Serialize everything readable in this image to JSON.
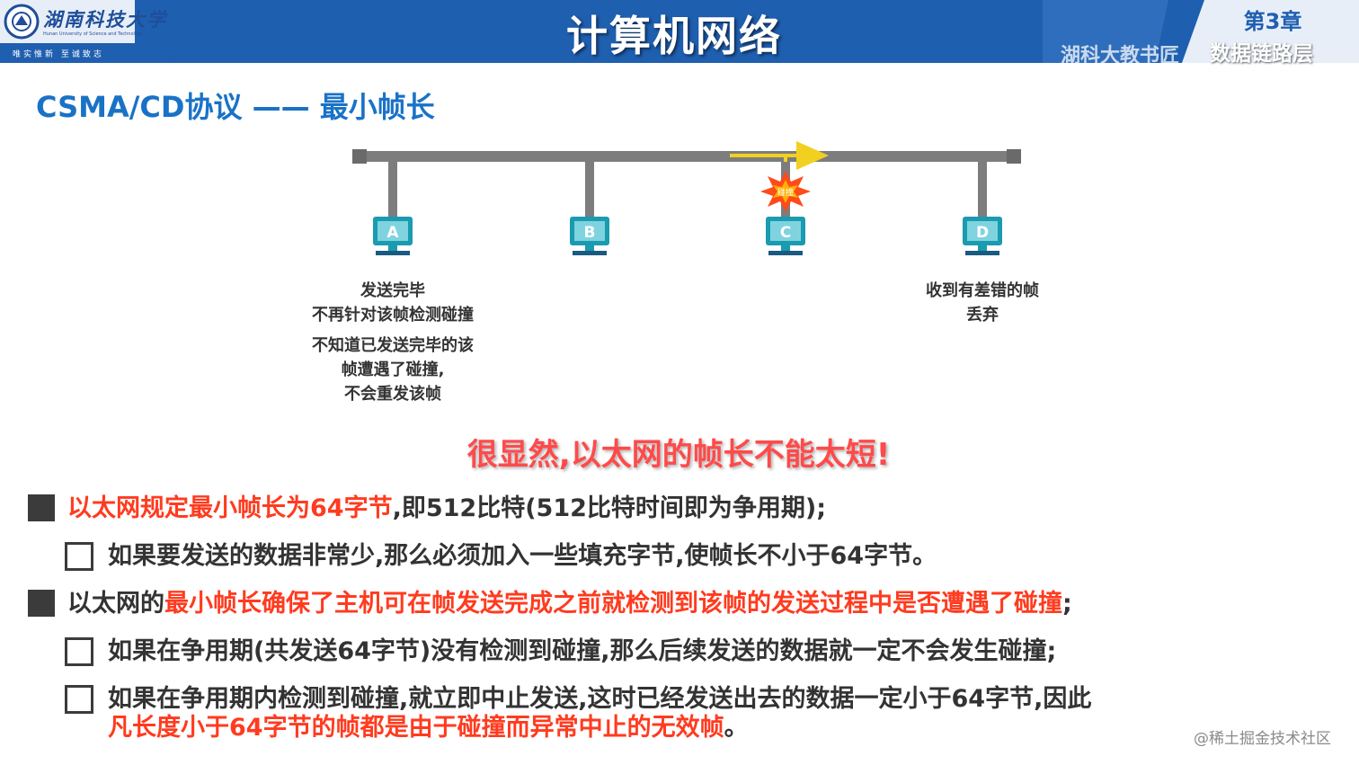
{
  "header": {
    "university_name": "湖南科技大学",
    "university_en": "Hunan University of Science and Technology",
    "motto": "唯实惟新   至诚致志",
    "course_title": "计算机网络",
    "chapter": "第3章",
    "chapter_subtitle": "数据链路层",
    "overlay_watermark": "湖科大教书匠",
    "colors": {
      "bar": "#1f5fb0",
      "bar_light": "#e8eef8",
      "title_blue": "#1a72c7",
      "red": "#ff3b1f",
      "arrow": "#f2d020"
    }
  },
  "slide": {
    "title": "CSMA/CD协议 —— 最小帧长"
  },
  "diagram": {
    "hosts": [
      {
        "label": "A"
      },
      {
        "label": "B"
      },
      {
        "label": "C"
      },
      {
        "label": "D"
      }
    ],
    "collision_label": "碰撞",
    "caption_a1": [
      "发送完毕",
      "不再针对该帧检测碰撞"
    ],
    "caption_a2": [
      "不知道已发送完毕的该",
      "帧遭遇了碰撞,",
      "不会重发该帧"
    ],
    "caption_d": [
      "收到有差错的帧",
      "丢弃"
    ]
  },
  "highlight": "很显然,以太网的帧长不能太短!",
  "bullets": [
    {
      "red_text": "以太网规定最小帧长为64字节",
      "text": ",即512比特(512比特时间即为争用期);"
    },
    {
      "text": "如果要发送的数据非常少,那么必须加入一些填充字节,使帧长不小于64字节。"
    },
    {
      "text_before": "以太网的",
      "red_text": "最小帧长确保了主机可在帧发送完成之前就检测到该帧的发送过程中是否遭遇了碰撞",
      "text_after": ";"
    },
    {
      "text": "如果在争用期(共发送64字节)没有检测到碰撞,那么后续发送的数据就一定不会发生碰撞;"
    },
    {
      "line1": "如果在争用期内检测到碰撞,就立即中止发送,这时已经发送出去的数据一定小于64字节,因此",
      "line2_red": "凡长度小于64字节的帧都是由于碰撞而异常中止的无效帧",
      "line2_end": "。"
    }
  ],
  "site_watermark": "@稀土掘金技术社区"
}
